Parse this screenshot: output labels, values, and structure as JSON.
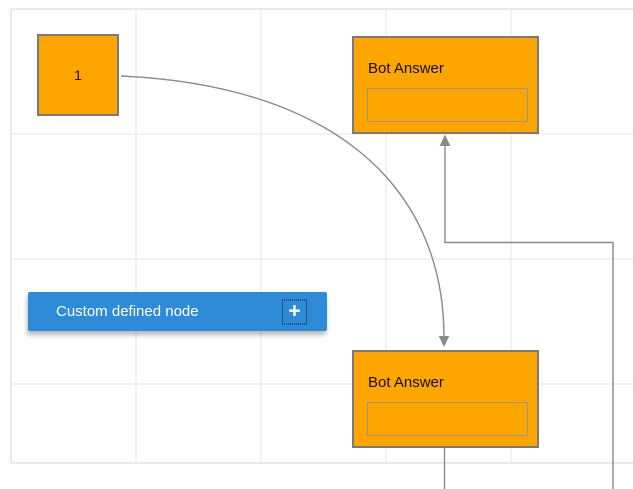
{
  "colors": {
    "node_fill": "#FFA500",
    "node_border": "#7a7a7a",
    "accent_blue": "#2E8BD8",
    "connector": "#8a8a8a",
    "grid_line": "#e4e4e4",
    "page_border": "#d6d6d6",
    "field_border": "#989898",
    "title_text": "#111111",
    "custom_text": "#ffffff"
  },
  "nodes": {
    "start_node": {
      "label": "1"
    },
    "bot_answer_top": {
      "title": "Bot Answer",
      "field_value": ""
    },
    "bot_answer_bottom": {
      "title": "Bot Answer",
      "field_value": ""
    },
    "custom_node": {
      "label": "Custom defined node",
      "add_icon_glyph": "+"
    }
  },
  "connectors": [
    {
      "name": "curved-connector",
      "type": "bezier",
      "from": "start_node",
      "to": "bot_answer_bottom",
      "arrow": "target"
    },
    {
      "name": "orthogonal-connector",
      "type": "orthogonal",
      "from": "bot_answer_bottom",
      "to": "bot_answer_top",
      "arrow": "target"
    }
  ]
}
